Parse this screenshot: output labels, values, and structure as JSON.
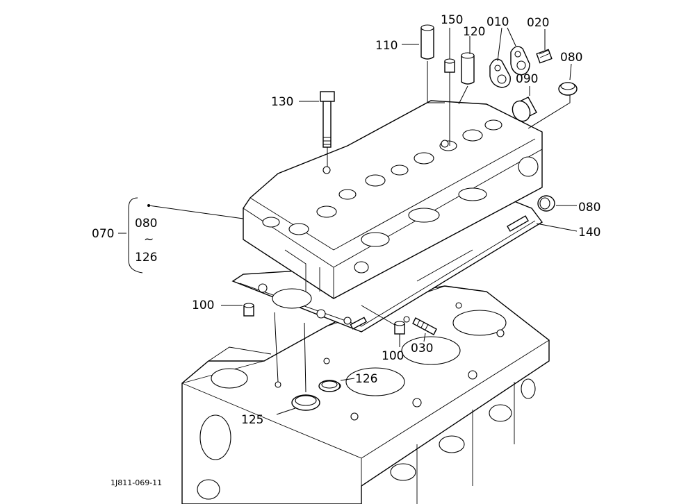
{
  "callouts": {
    "p010": "010",
    "p020": "020",
    "p030": "030",
    "p070": "070",
    "p080_top": "080",
    "p080_mid": "080",
    "p080_range_start": "080",
    "p_range_sep": "~",
    "p126_range_end": "126",
    "p090": "090",
    "p100_left": "100",
    "p100_mid": "100",
    "p110": "110",
    "p120": "120",
    "p125": "125",
    "p126": "126",
    "p130": "130",
    "p140": "140",
    "p150": "150"
  },
  "figure_ref": "1J811-069-11"
}
